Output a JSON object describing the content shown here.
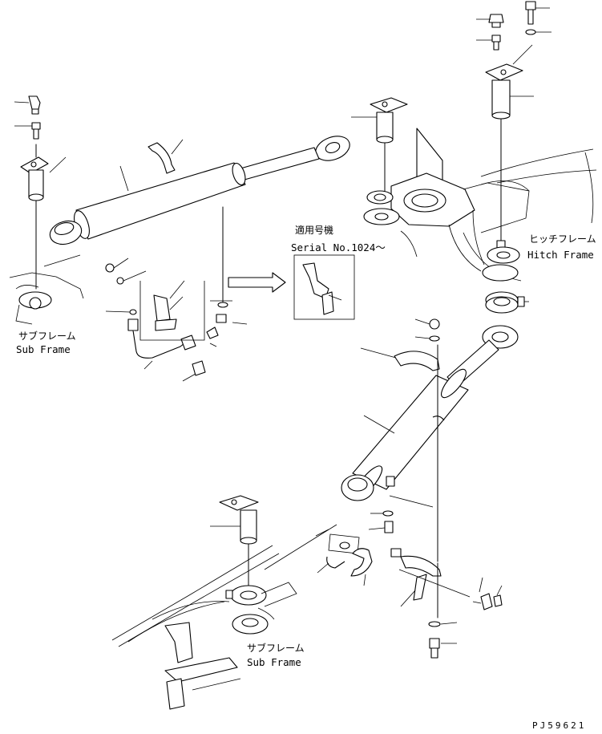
{
  "labels": {
    "serial_jp": "適用号機",
    "serial_en": "Serial No.1024～",
    "hitch_jp": "ヒッチフレーム",
    "hitch_en": "Hitch Frame",
    "subframe_left_jp": "サブフレーム",
    "subframe_left_en": "Sub Frame",
    "subframe_bottom_jp": "サブフレーム",
    "subframe_bottom_en": "Sub Frame",
    "drawing_code": "PJ59621"
  }
}
